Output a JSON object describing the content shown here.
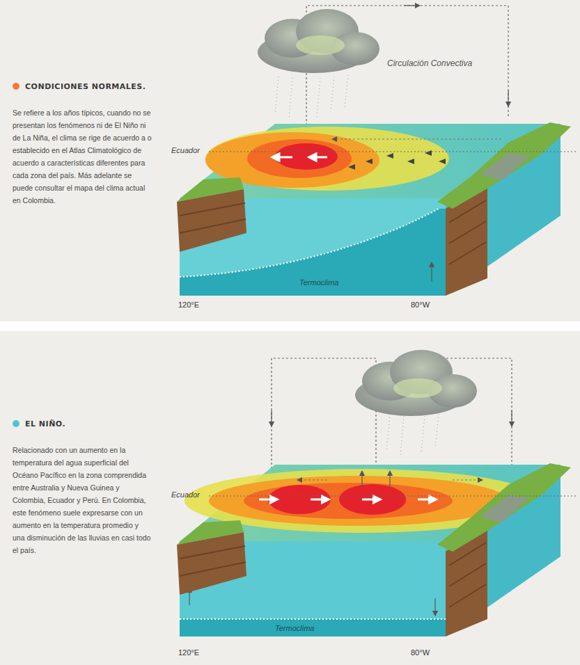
{
  "diagram": {
    "nodes": [
      {
        "text": [
          "CONDICIONES NORMALES.",
          "Se refiere a los años típicos, cuando no se presentan los fenómenos ni de El Niño ni de La Niña, el clima se rige de acuerdo a o establecido en el Atlas Climatológico de acuerdo a características diferentes para cada zona del país. Más adelante se puede consultar el mapa del clima actual en Colombia."
        ]
      },
      {
        "text": [
          "EL NIÑO.",
          "Relacionado con un aumento en la temperatura del agua superficial del Océano Pacífico en la zona comprendida entre Australia y Nueva Guinea y Colombia, Ecuador y Perú. En Colombia, este fenómeno suele expresarse con un aumento en la temperatura promedio y una disminución de las lluvias en casi todo el país."
        ]
      }
    ],
    "labels": [
      "Circulación Convectiva",
      "Ecuador",
      "Termoclima",
      "120°E",
      "80°W",
      "Ecuador",
      "Termoclima",
      "120°E",
      "80°W"
    ]
  }
}
